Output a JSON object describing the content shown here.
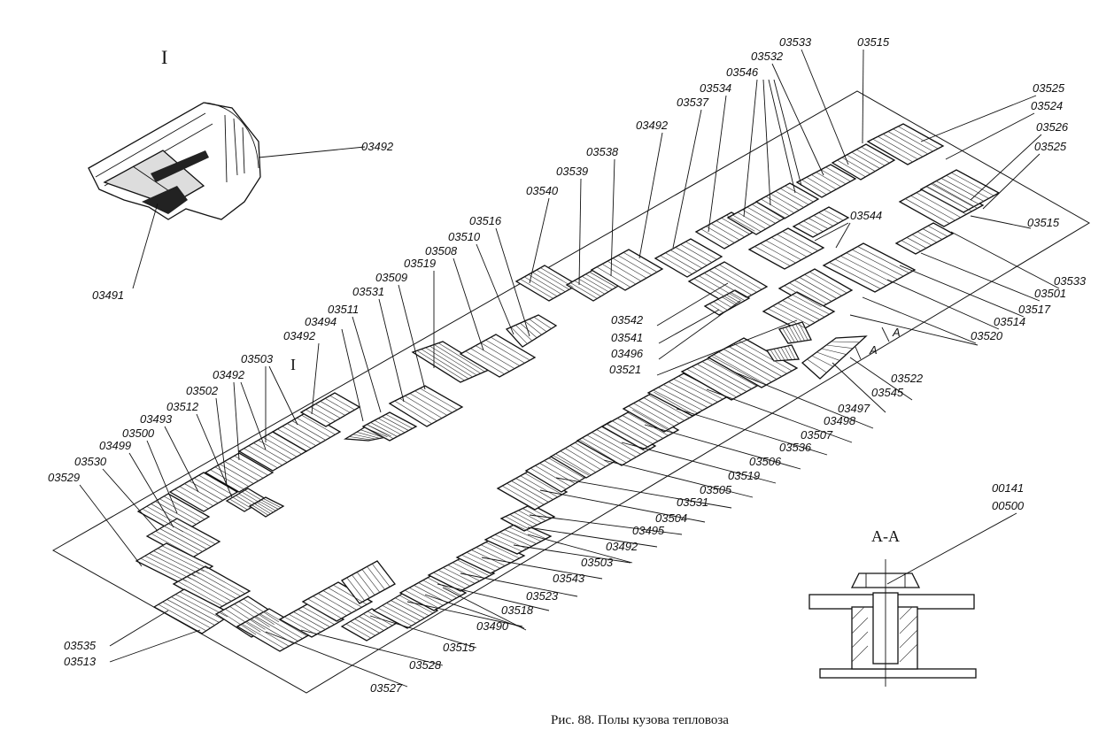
{
  "caption": "Рис. 88. Полы кузова тепловоза",
  "view_I_label": "I",
  "section_title": "А-А",
  "section_arrow": "А",
  "labels": {
    "l03533a": "03533",
    "l03515a": "03515",
    "l03532": "03532",
    "l03546": "03546",
    "l03534": "03534",
    "l03537": "03537",
    "l03492a": "03492",
    "l03538": "03538",
    "l03539": "03539",
    "l03540": "03540",
    "l03516": "03516",
    "l03510": "03510",
    "l03508": "03508",
    "l03519a": "03519",
    "l03509": "03509",
    "l03531a": "03531",
    "l03511": "03511",
    "l03494": "03494",
    "l03492b": "03492",
    "l03503a": "03503",
    "lIb": "I",
    "l03492c": "03492",
    "l03502": "03502",
    "l03512": "03512",
    "l03493": "03493",
    "l03500": "03500",
    "l03499": "03499",
    "l03530": "03530",
    "l03529": "03529",
    "l03535": "03535",
    "l03513": "03513",
    "l03527": "03527",
    "l03528": "03528",
    "l03515b": "03515",
    "l03490": "03490",
    "l03518": "03518",
    "l03523": "03523",
    "l03543": "03543",
    "l03503b": "03503",
    "l03492d": "03492",
    "l03495": "03495",
    "l03504": "03504",
    "l03531b": "03531",
    "l03505": "03505",
    "l03519b": "03519",
    "l03506": "03506",
    "l03536": "03536",
    "l03507": "03507",
    "l03498": "03498",
    "l03497": "03497",
    "l03545": "03545",
    "l03522": "03522",
    "l03520": "03520",
    "l03514": "03514",
    "l03517": "03517",
    "l03501": "03501",
    "l03533b": "03533",
    "l03515c": "03515",
    "l03525a": "03525",
    "l03524": "03524",
    "l03526": "03526",
    "l03525b": "03525",
    "l03544": "03544",
    "l03542": "03542",
    "l03541": "03541",
    "l03496": "03496",
    "l03521": "03521",
    "l03492e": "03492",
    "l03491": "03491",
    "l00141": "00141",
    "l00500": "00500"
  }
}
